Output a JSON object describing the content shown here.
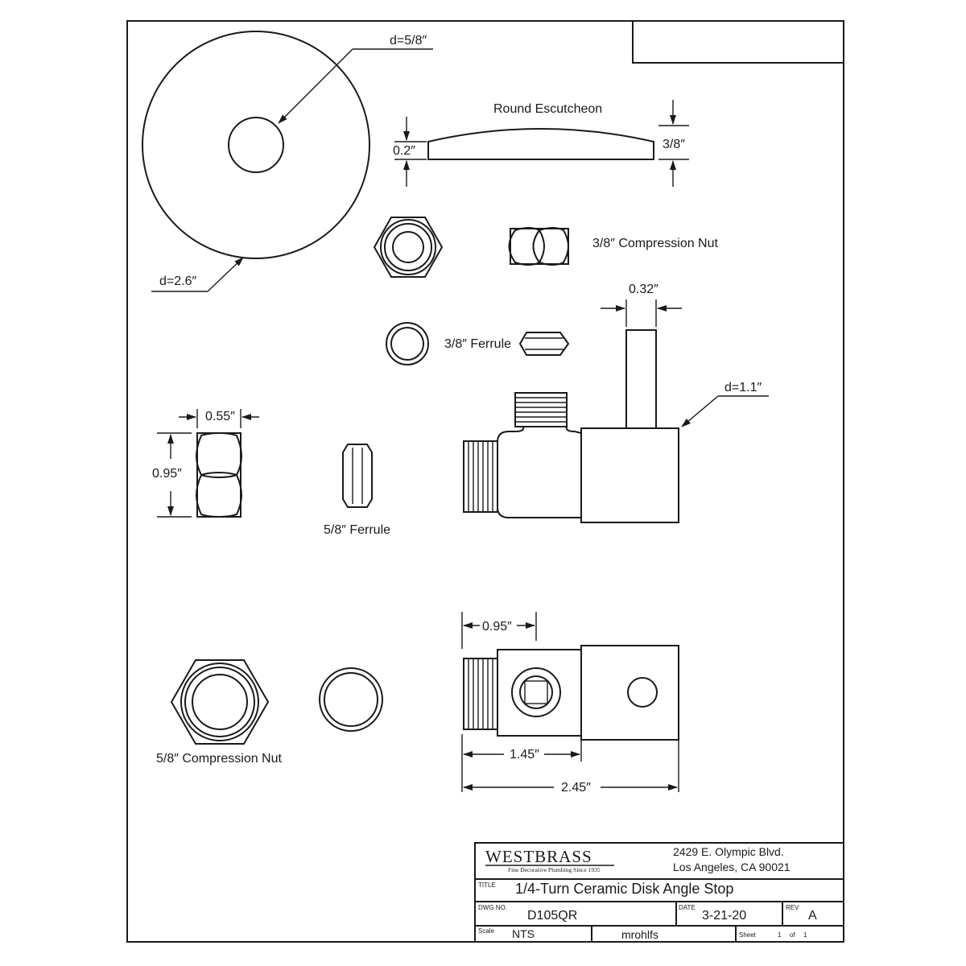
{
  "labels": {
    "escutcheon_hole_diameter": "d=5/8″",
    "escutcheon_outer_diameter": "d=2.6″",
    "round_escutcheon": "Round Escutcheon",
    "escutcheon_height": "0.2″",
    "escutcheon_overall_height": "3/8″",
    "compression_nut_38": "3/8″ Compression Nut",
    "ferrule_38": "3/8″ Ferrule",
    "stem_width": "0.32″",
    "body_diameter": "d=1.1″",
    "nut_width": "0.55″",
    "nut_length": "0.95″",
    "ferrule_58": "5/8″ Ferrule",
    "compression_nut_58": "5/8″ Compression Nut",
    "inlet_length": "0.95″",
    "inlet_body_length": "1.45″",
    "overall_length": "2.45″"
  },
  "title_block": {
    "brand": "WESTBRASS",
    "tagline": "Fine Decorative Plumbing Since 1935",
    "address_line1": "2429 E. Olympic Blvd.",
    "address_line2": "Los Angeles, CA 90021",
    "title_label": "TITLE",
    "title": "1/4-Turn Ceramic Disk Angle Stop",
    "dwg_label": "DWG NO.",
    "dwg_no": "D105QR",
    "date_label": "DATE",
    "date": "3-21-20",
    "rev_label": "REV",
    "rev": "A",
    "scale_label": "Scale",
    "scale": "NTS",
    "drawn_by": "mrohlfs",
    "sheet_label": "Sheet",
    "sheet_no": "1",
    "sheet_of": "of",
    "sheet_total": "1"
  }
}
